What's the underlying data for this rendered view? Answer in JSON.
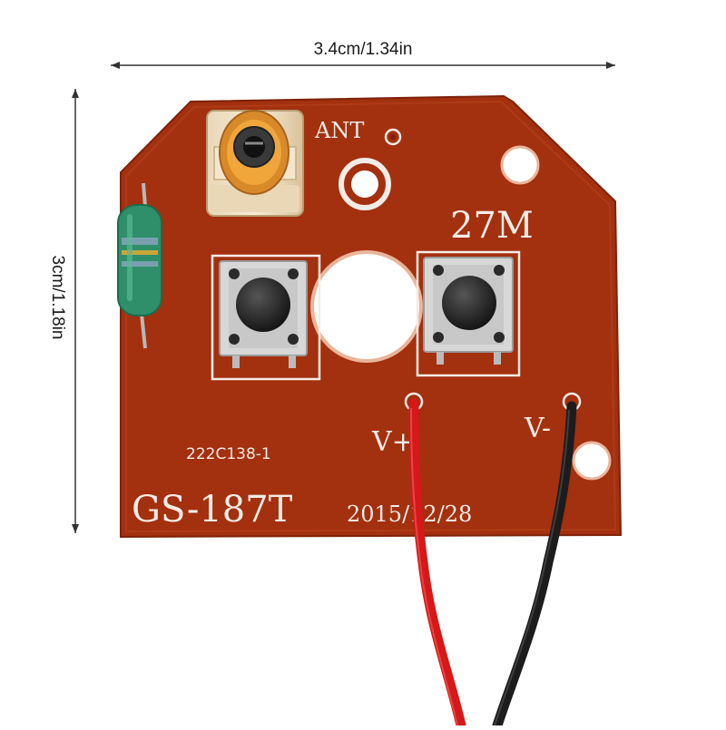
{
  "dimensions": {
    "width_label": "3.4cm/1.34in",
    "height_label": "3cm/1.18in"
  },
  "board": {
    "silkscreen": {
      "antenna": "ANT",
      "frequency": "27M",
      "part_code": "222C138-1",
      "model": "GS-187T",
      "date": "2015/12/28",
      "pad_left": "V+",
      "pad_right": "V-"
    }
  },
  "colors": {
    "pcb": "#a3300f",
    "silkscreen": "#f3ece6",
    "wire_red": "#d61818",
    "wire_black": "#1c1c1c",
    "inductor_green": "#2e8f6a"
  }
}
